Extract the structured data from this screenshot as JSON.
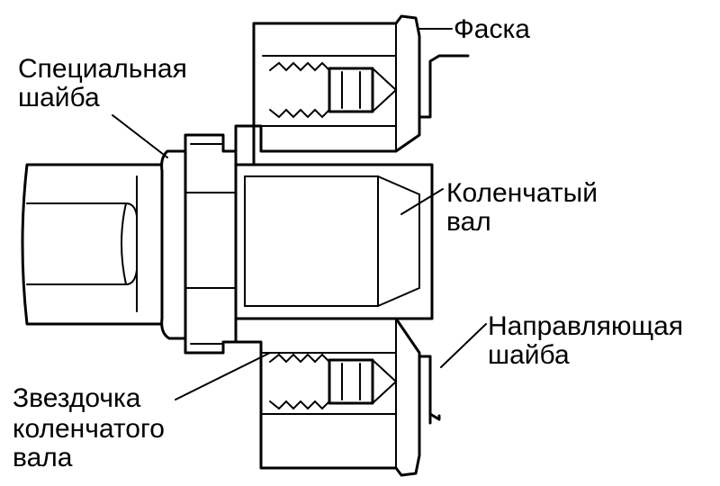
{
  "labels": {
    "chamfer": "Фаска",
    "special_washer_1": "Специальная",
    "special_washer_2": "шайба",
    "crankshaft_1": "Коленчатый",
    "crankshaft_2": "вал",
    "guide_washer_1": "Направляющая",
    "guide_washer_2": "шайба",
    "sprocket_1": "Звездочка",
    "sprocket_2": "коленчатого",
    "sprocket_3": "вала"
  },
  "colors": {
    "ink": "#000000",
    "paper": "#ffffff"
  }
}
